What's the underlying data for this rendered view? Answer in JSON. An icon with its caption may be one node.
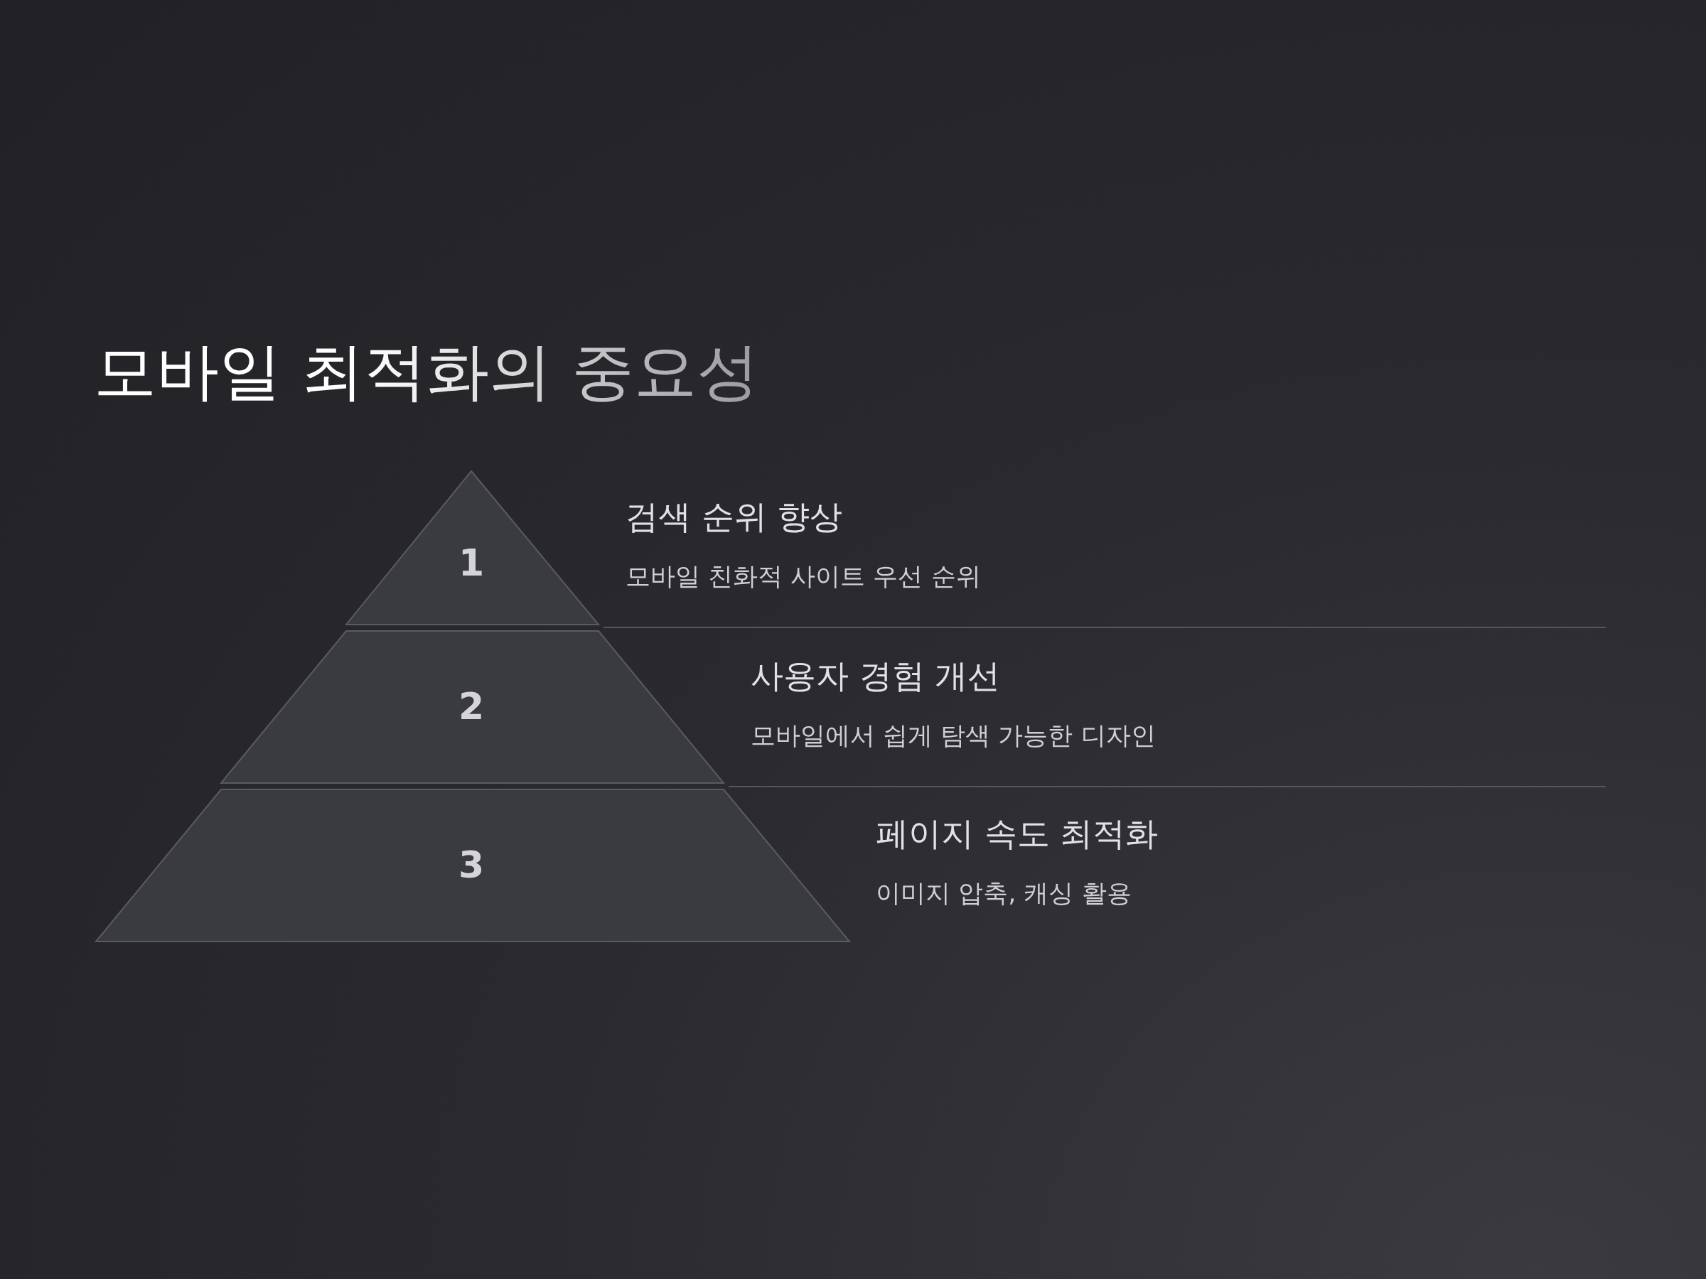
{
  "diagram": {
    "title": "모바일 최적화의 중요성",
    "nodes": [
      {
        "text": [
          "1"
        ],
        "beside": [
          "검색 순위 향상",
          "모바일 친화적 사이트 우선 순위"
        ]
      },
      {
        "text": [
          "2"
        ],
        "beside": [
          "사용자 경험 개선",
          "모바일에서 쉽게 탐색 가능한 디자인"
        ]
      },
      {
        "text": [
          "3"
        ],
        "beside": [
          "페이지 속도 최적화",
          "이미지 압축, 캐싱 활용"
        ]
      }
    ]
  }
}
